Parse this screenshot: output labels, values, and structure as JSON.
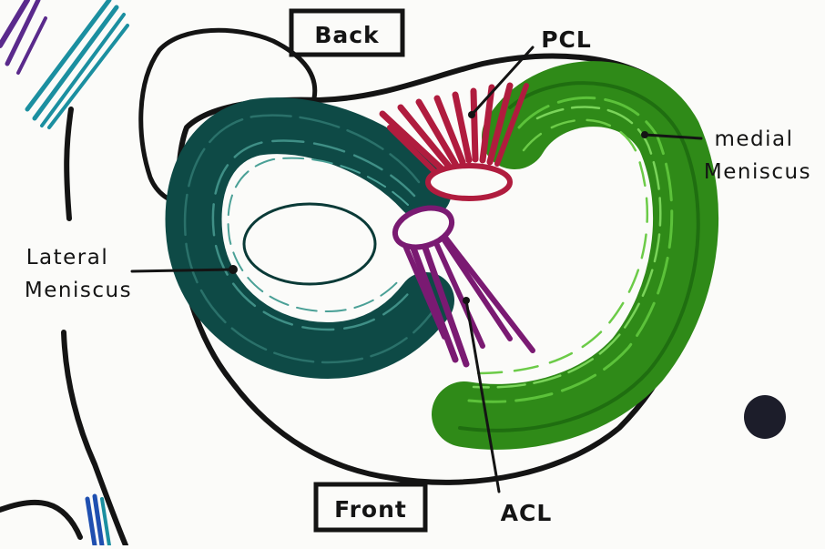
{
  "labels": {
    "back": "Back",
    "front": "Front",
    "pcl": "PCL",
    "acl": "ACL",
    "medial_line1": "medial",
    "medial_line2": "Meniscus",
    "lateral_line1": "Lateral",
    "lateral_line2": "Meniscus"
  },
  "colors": {
    "background": "#fbfbf9",
    "outline": "#141414",
    "lateral_meniscus": "#0e4a46",
    "medial_meniscus": "#3a9a1e",
    "pcl": "#b01c3e",
    "acl": "#7a1a72",
    "bone_teal": "#1b8fa0",
    "bone_purple": "#5a2a8c",
    "bone_blue": "#1f4fb0"
  }
}
